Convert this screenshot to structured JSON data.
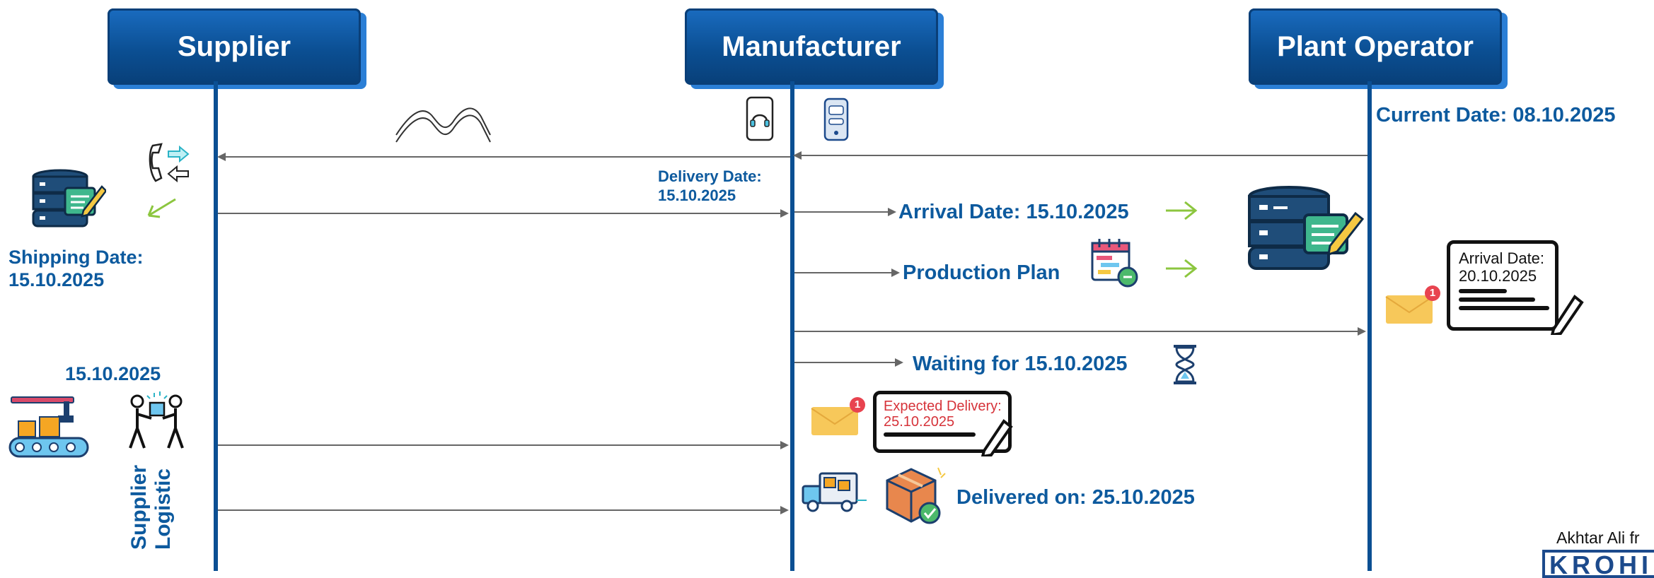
{
  "actors": {
    "supplier": "Supplier",
    "manufacturer": "Manufacturer",
    "plant_operator": "Plant Operator"
  },
  "labels": {
    "current_date": "Current Date: 08.10.2025",
    "delivery_date_line1": "Delivery Date:",
    "delivery_date_line2": "15.10.2025",
    "arrival_date": "Arrival Date: 15.10.2025",
    "production_plan": "Production Plan",
    "waiting": "Waiting for 15.10.2025",
    "shipping_date_line1": "Shipping Date:",
    "shipping_date_line2": "15.10.2025",
    "ship_date_short": "15.10.2025",
    "supplier_logistic_line1": "Supplier",
    "supplier_logistic_line2": "Logistic",
    "delivered_on": "Delivered on: 25.10.2025"
  },
  "notes": {
    "arrival_note_line1": "Arrival Date:",
    "arrival_note_line2": "20.10.2025",
    "expected_line1": "Expected Delivery:",
    "expected_line2": "25.10.2025"
  },
  "badges": {
    "mail_count_1": "1",
    "mail_count_2": "1"
  },
  "footer": {
    "author": "Akhtar Ali fr",
    "logo": "KROHI"
  },
  "colors": {
    "accent_blue": "#0d5a9e",
    "arrow_gray": "#666666",
    "lime": "#8cc63f",
    "mail_yellow": "#f7c85a",
    "badge_red": "#e8434f",
    "expected_red": "#d6333a"
  },
  "icons": [
    "wave-icon",
    "headset-phone-icon",
    "mobile-phone-icon",
    "phone-transfer-icon",
    "database-edit-icon",
    "calendar-gantt-icon",
    "hourglass-icon",
    "envelope-icon",
    "conveyor-icon",
    "handover-people-icon",
    "delivery-truck-icon",
    "package-check-icon",
    "pen-icon"
  ]
}
